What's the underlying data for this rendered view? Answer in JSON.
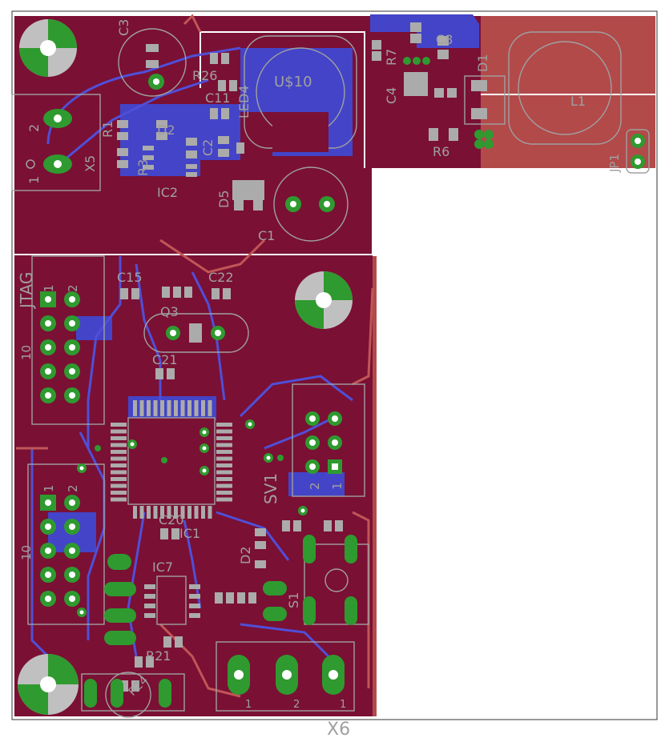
{
  "board": {
    "colors": {
      "top_copper": "#7a1034",
      "top_copper_light": "#b24a4a",
      "bottom_copper": "#4444c8",
      "silkscreen": "#a0a0a0",
      "pad": "#ababab",
      "via_ring": "#2f9a2f",
      "outline": "#333333"
    },
    "labels": {
      "c3": "C3",
      "r26": "R26",
      "c11": "C11",
      "led4": "LED4",
      "u10": "U$10",
      "r1": "R1",
      "d2": "D2",
      "r3": "R3",
      "c2": "C2",
      "ic2": "IC2",
      "d5": "D5",
      "c1": "C1",
      "x5": "X5",
      "x5_pin2": "2",
      "x5_pin1": "1",
      "r7": "R7",
      "c8": "C8",
      "c4": "C4",
      "d1": "D1",
      "r6": "R6",
      "l1": "L1",
      "jp1": "JP1",
      "jtag": "JTAG",
      "jtag_pin1": "1",
      "jtag_pin2": "2",
      "jtag_pin10": "10",
      "c15": "C15",
      "c22": "C22",
      "q3": "Q3",
      "c21": "C21",
      "sv1": "SV1",
      "sv1_pin2": "2",
      "sv1_pin1": "1",
      "sv2_pin1": "1",
      "sv2_pin2": "2",
      "sv2_pin10": "10",
      "ic1": "IC1",
      "c20": "C20",
      "d2b": "D2",
      "ic7": "IC7",
      "r21": "R21",
      "r24": "R24",
      "s1": "S1",
      "x6": "X6",
      "x6_pin1": "1",
      "x6_pin2": "2",
      "x6_pin3": "1"
    }
  }
}
